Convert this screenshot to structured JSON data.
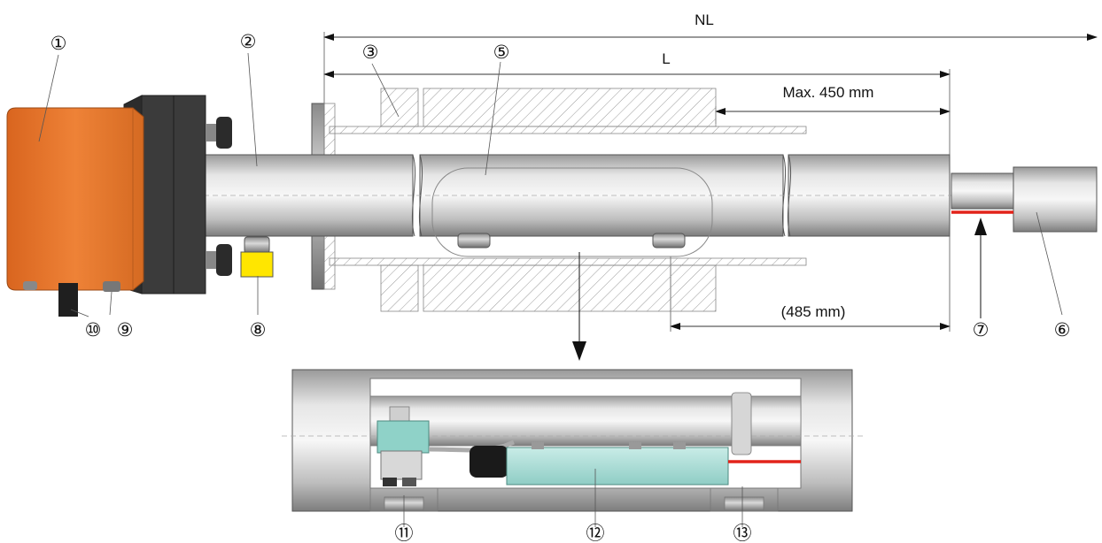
{
  "dimensions": {
    "nl": "NL",
    "l": "L",
    "max_insert": "Max. 450 mm",
    "inner_length": "(485 mm)"
  },
  "callouts": {
    "c1": "①",
    "c2": "②",
    "c3": "③",
    "c5": "⑤",
    "c6": "⑥",
    "c7": "⑦",
    "c8": "⑧",
    "c9": "⑨",
    "c10": "⑩",
    "c11": "⑪",
    "c12": "⑫",
    "c13": "⑬"
  },
  "colors": {
    "housing": "#e8782f",
    "flange_block": "#3b3b3b",
    "probe": "#c8c8c8",
    "connector": "#ffe600",
    "cable": "#e2231a",
    "module": "#a8dcd6",
    "hatch": "#999999"
  }
}
